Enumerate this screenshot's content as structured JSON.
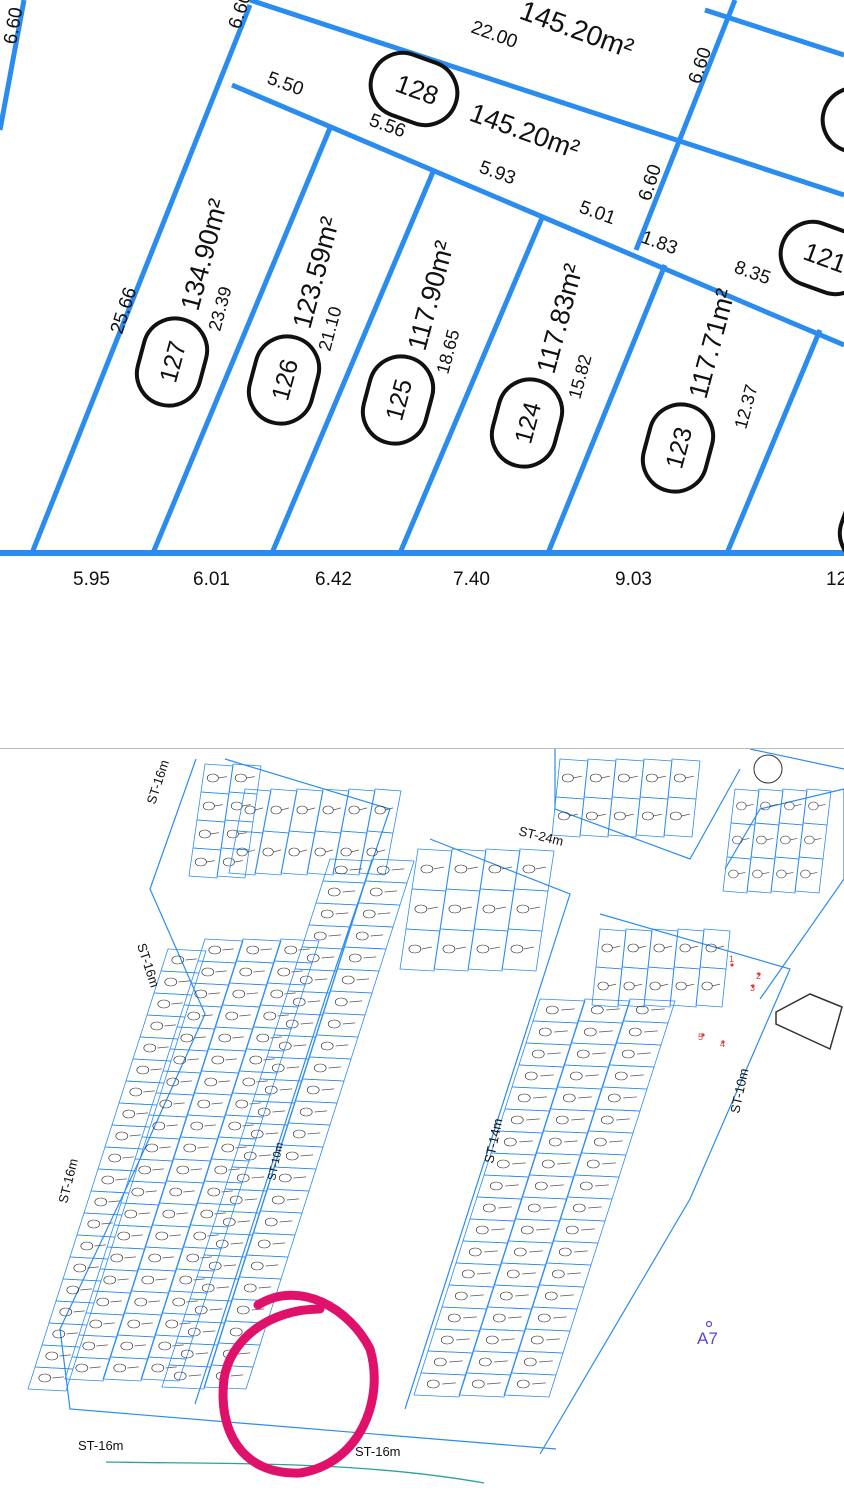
{
  "zoom": {
    "plots": [
      {
        "number": "127",
        "area": "134.90m²",
        "depth": "23.39",
        "front": "6.01"
      },
      {
        "number": "126",
        "area": "123.59m²",
        "depth": "21.10",
        "front": "6.42"
      },
      {
        "number": "125",
        "area": "117.90m²",
        "depth": "18.65",
        "front": "7.40"
      },
      {
        "number": "124",
        "area": "117.83m²",
        "depth": "15.82",
        "front": "9.03"
      },
      {
        "number": "123",
        "area": "117.71m²",
        "depth": "12.37",
        "front": "12"
      },
      {
        "number": "128",
        "area": "145.20m²"
      },
      {
        "number": "121",
        "area": ""
      }
    ],
    "top_area": "145.20m²",
    "dims": {
      "d_660_a": "6.60",
      "d_660_b": "6.60",
      "d_660_c": "6.60",
      "d_660_d": "6.60",
      "d_2200": "22.00",
      "d_550": "5.50",
      "d_556": "5.56",
      "d_593": "5.93",
      "d_501": "5.01",
      "d_183": "1.83",
      "d_835": "8.35",
      "d_2566": "25.66",
      "d_595": "5.95"
    }
  },
  "overview": {
    "street_labels": [
      "ST-16m",
      "ST-24m",
      "ST-16m",
      "ST-16m",
      "ST-10m",
      "ST-14m",
      "ST-10m",
      "ST-16m",
      "ST-16m"
    ],
    "marker": "A7",
    "corner_numbers": [
      "1",
      "2",
      "3",
      "4",
      "5"
    ],
    "annotation_color": "#e0116b",
    "line_color": "#2b8cf0"
  }
}
